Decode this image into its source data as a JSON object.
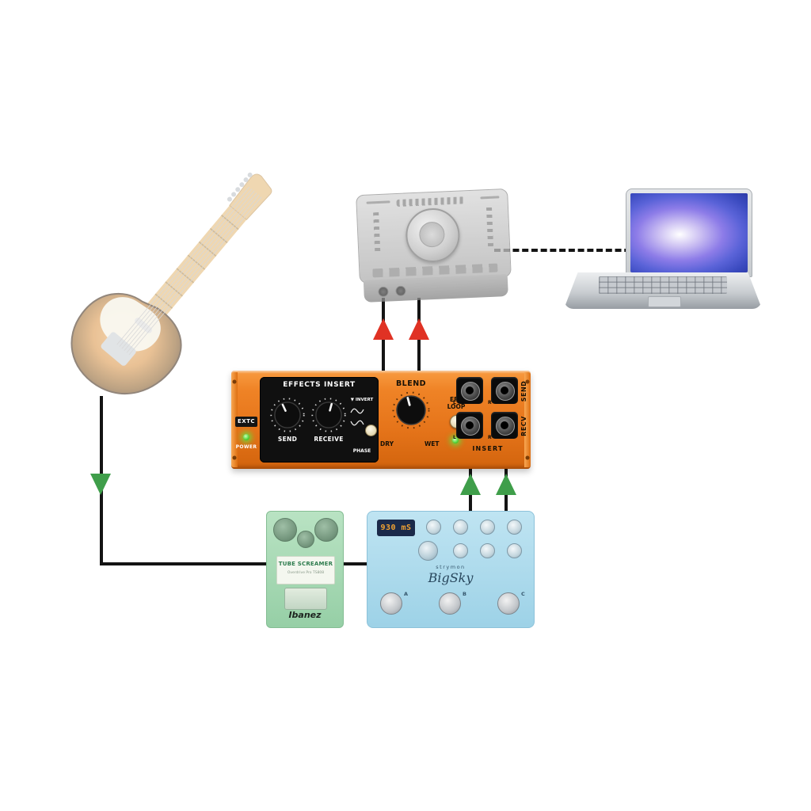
{
  "colors": {
    "line": "#141414",
    "arrow_red": "#e03224",
    "arrow_green": "#3f9e4a",
    "extc_orange": "#e5741a",
    "extc_panel": "#101010",
    "led_green": "#52d43a",
    "tube_screamer_green": "#a8d7b5",
    "bigsky_blue": "#a9d9ec"
  },
  "devices": {
    "guitar": {
      "name": "electric guitar"
    },
    "audio_interface": {
      "name": "audio interface"
    },
    "laptop": {
      "name": "laptop"
    },
    "extc": {
      "logo": "EXTC",
      "power_label": "POWER",
      "panel_title": "EFFECTS INSERT",
      "send_knob_label": "SEND",
      "receive_knob_label": "RECEIVE",
      "invert_label": "▼ INVERT",
      "phase_label": "PHASE",
      "blend_label": "BLEND",
      "dry_label": "DRY",
      "wet_label": "WET",
      "efx_line1": "EFX",
      "efx_line2": "LOOP",
      "jack_rows": [
        {
          "left": "L",
          "right": "R",
          "side_label": "SEND"
        },
        {
          "left": "L",
          "right": "R",
          "side_label": "RECV"
        }
      ],
      "insert_label": "INSERT"
    },
    "tube_screamer": {
      "title": "TUBE SCREAMER",
      "subtitle": "Overdrive Pro TS808",
      "brand": "Ibanez"
    },
    "bigsky": {
      "display_value": "930 mS",
      "brand": "strymon",
      "model": "BigSky",
      "footswitches": [
        "A",
        "B",
        "C"
      ]
    }
  }
}
